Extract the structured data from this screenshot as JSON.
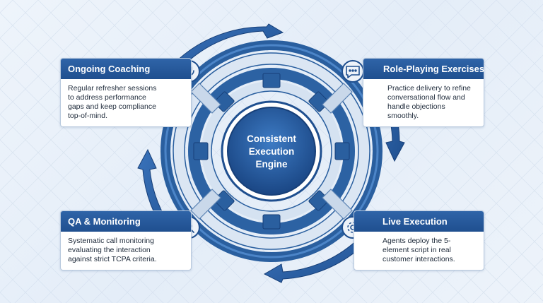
{
  "center": {
    "label": "Consistent Execution Engine"
  },
  "stages": [
    {
      "title": "Ongoing Coaching",
      "description": "Regular refresher sessions to address performance gaps and keep compliance top-of-mind.",
      "icon": "microphone-icon"
    },
    {
      "title": "Role-Playing Exercises",
      "description": "Practice delivery to refine conversational flow and handle objections smoothly.",
      "icon": "chat-bubble-icon"
    },
    {
      "title": "QA & Monitoring",
      "description": "Systematic call monitoring evaluating the interaction against strict TCPA criteria.",
      "icon": "magnifier-icon"
    },
    {
      "title": "Live Execution",
      "description": "Agents deploy the 5-element script in real customer interactions.",
      "icon": "gear-icon"
    }
  ],
  "colors": {
    "primary": "#1f4f8f",
    "accent": "#3a73bb",
    "ring_light": "#dbe6f3",
    "background": "#eaf1f9"
  }
}
